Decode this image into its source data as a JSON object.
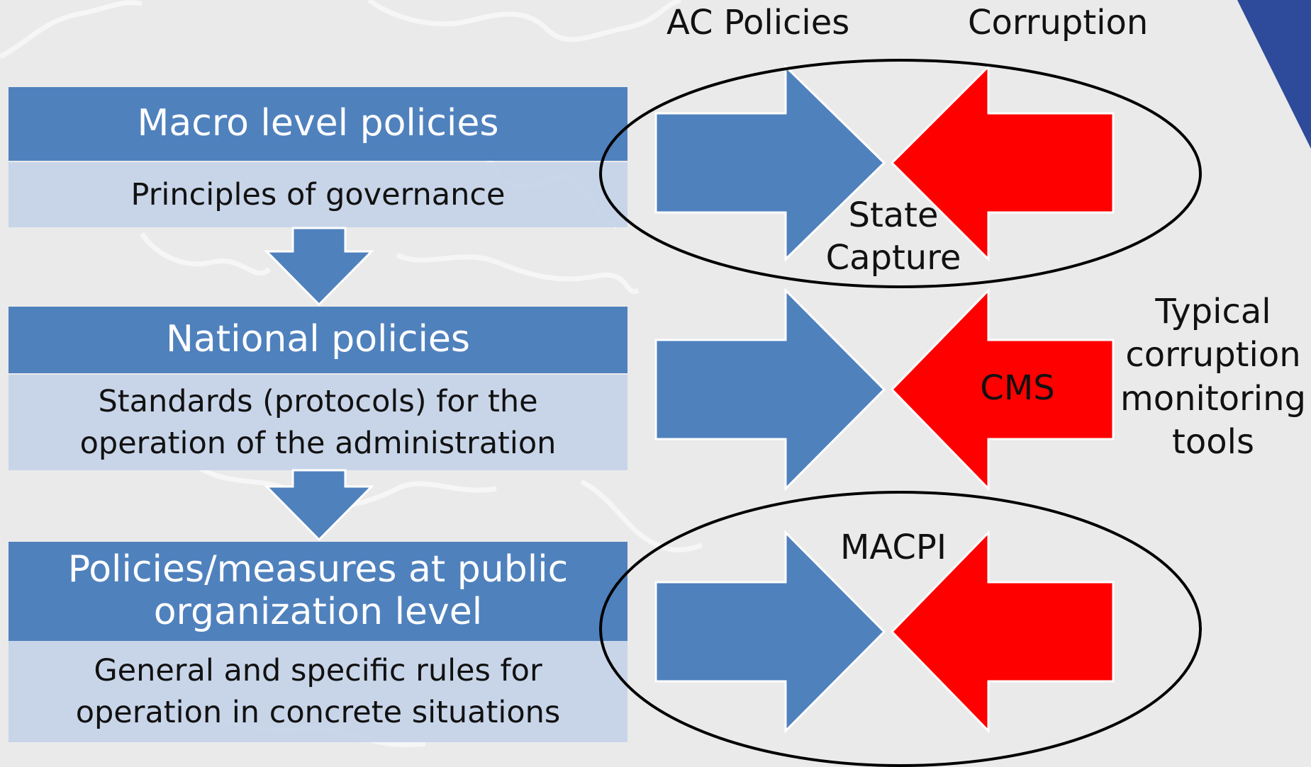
{
  "left_column": {
    "levels": [
      {
        "title": "Macro level policies",
        "description": "Principles of governance"
      },
      {
        "title": "National policies",
        "description": "Standards (protocols) for the\noperation of the administration"
      },
      {
        "title": "Policies/measures at public\norganization level",
        "description": "General and specific rules for\noperation in concrete situations"
      }
    ]
  },
  "right_column": {
    "column_headers": {
      "left": "AC Policies",
      "right": "Corruption"
    },
    "rows": [
      {
        "label": "State\nCapture"
      },
      {
        "label": "CMS"
      },
      {
        "label": "MACPI"
      }
    ],
    "side_note": "Typical\ncorruption\nmonitoring\ntools"
  },
  "colors": {
    "header_blue": "#4f81bd",
    "description_bg": "#c4d2e8",
    "policy_arrow": "#4f81bd",
    "corruption_arrow": "#ff0000",
    "ellipse_stroke": "#000000",
    "corner_accent": "#2e4a9a",
    "background": "#eaeaea"
  }
}
